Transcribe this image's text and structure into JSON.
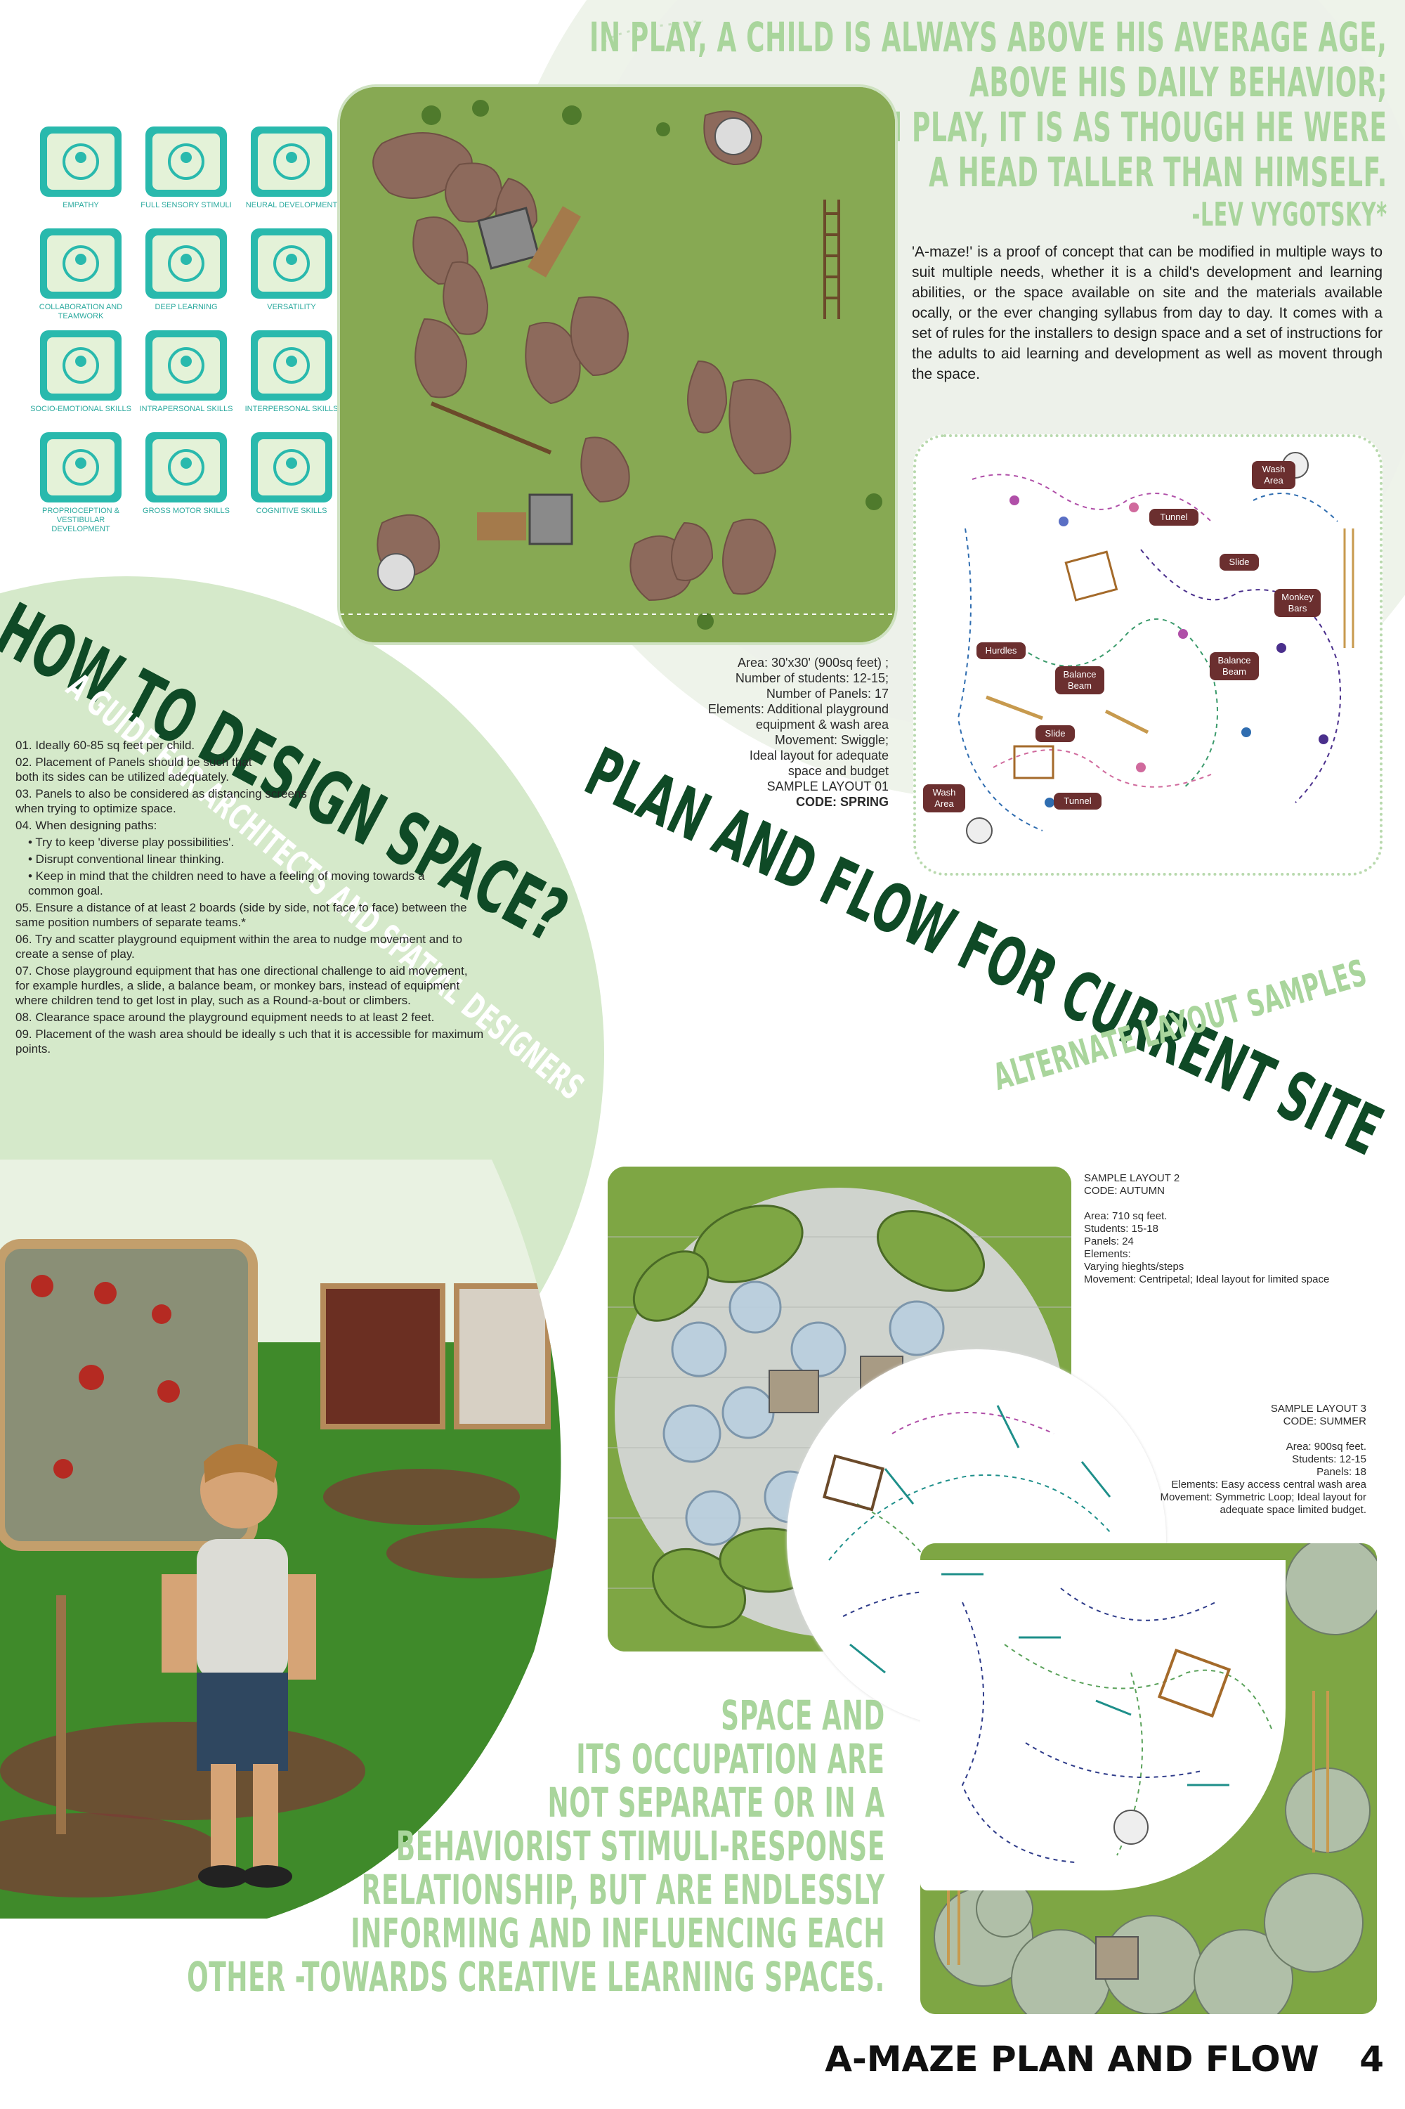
{
  "quote": {
    "lines": [
      "IN PLAY, A CHILD IS ALWAYS ABOVE HIS AVERAGE AGE,",
      "ABOVE HIS DAILY BEHAVIOR;",
      "IN PLAY, IT IS AS THOUGH HE WERE",
      "A HEAD TALLER THAN HIMSELF."
    ],
    "author": "-LEV VYGOTSKY*"
  },
  "intro_text": "'A-maze!' is a proof of concept that can be modified in multiple ways to suit multiple needs, whether it is a child's development and learning abilities, or the space available on site and the materials available ocally, or the ever changing syllabus from day to day. It comes with a set of rules for the installers to design space and a set of instructions for the adults to aid learning and development as well as movent through the space.",
  "icons": [
    {
      "name": "empathy-icon",
      "label": "EMPATHY"
    },
    {
      "name": "full-sensory-stimuli-icon",
      "label": "FULL SENSORY STIMULI"
    },
    {
      "name": "neural-development-icon",
      "label": "NEURAL DEVELOPMENT"
    },
    {
      "name": "collaboration-teamwork-icon",
      "label": "COLLABORATION AND TEAMWORK"
    },
    {
      "name": "deep-learning-icon",
      "label": "DEEP LEARNING"
    },
    {
      "name": "versatility-icon",
      "label": "VERSATILITY"
    },
    {
      "name": "socio-emotional-skills-icon",
      "label": "SOCIO-EMOTIONAL SKILLS"
    },
    {
      "name": "intrapersonal-skills-icon",
      "label": "INTRAPERSONAL SKILLS"
    },
    {
      "name": "interpersonal-skills-icon",
      "label": "INTERPERSONAL SKILLS"
    },
    {
      "name": "proprioception-vestibular-icon",
      "label": "PROPRIOCEPTION & VESTIBULAR DEVELOPMENT"
    },
    {
      "name": "gross-motor-skills-icon",
      "label": "GROSS MOTOR SKILLS"
    },
    {
      "name": "cognitive-skills-icon",
      "label": "COGNITIVE SKILLS"
    }
  ],
  "layout01": {
    "lines": [
      "Area: 30'x30' (900sq feet) ;",
      "Number of students: 12-15;",
      "Number of Panels: 17",
      "Elements: Additional playground",
      "equipment & wash area",
      "Movement:  Swiggle;",
      "Ideal layout for adequate",
      "space and budget",
      "SAMPLE LAYOUT 01"
    ],
    "code": "CODE: SPRING"
  },
  "flow_labels": {
    "wash_area_top": "Wash Area",
    "tunnel_top": "Tunnel",
    "slide_top": "Slide",
    "monkey_bars": "Monkey Bars",
    "balance_beam_right": "Balance Beam",
    "balance_beam_left": "Balance Beam",
    "hurdles": "Hurdles",
    "slide_bottom": "Slide",
    "tunnel_bottom": "Tunnel",
    "wash_area_bottom": "Wash Area"
  },
  "headings": {
    "how_to": "HOW TO DESIGN SPACE?",
    "guide": "A GUIDE FOR ARCHITECTS AND SPATIAL DESIGNERS",
    "plan_flow": "PLAN AND FLOW FOR CURRENT SITE",
    "alternate": "ALTERNATE LAYOUT SAMPLES"
  },
  "rules": [
    "01. Ideally 60-85 sq feet per child.",
    "02. Placement of Panels should be such that both its sides can be utilized adequately.",
    "03. Panels to also be considered as distancing screens when trying to optimize space.",
    "04. When designing paths:",
    "• Try to keep 'diverse play possibilities'.",
    "• Disrupt conventional linear thinking.",
    "• Keep in mind that the children need to have a feeling of moving towards a common goal.",
    "05. Ensure a distance of at least 2 boards (side by side, not face to face) between the same position numbers of separate teams.*",
    "06. Try and scatter playground equipment within the area to nudge movement and to create a sense of play.",
    "07. Chose playground equipment that has one directional challenge to aid movement, for example hurdles, a slide, a balance beam, or monkey bars, instead of equipment where children tend to get lost in play, such as a Round-a-bout or climbers.",
    "08. Clearance space around the playground equipment needs to at least 2 feet.",
    "09. Placement of the wash area should be ideally s uch that it is accessible for maximum points."
  ],
  "layout02": {
    "lines": [
      "SAMPLE LAYOUT 2",
      "CODE: AUTUMN",
      "",
      "Area: 710 sq feet.",
      "Students: 15-18",
      "Panels: 24",
      "Elements:",
      "Varying hieghts/steps",
      "Movement: Centripetal; Ideal layout for limited space"
    ]
  },
  "layout03": {
    "lines": [
      "SAMPLE LAYOUT 3",
      "CODE: SUMMER",
      "",
      "Area: 900sq feet.",
      "Students: 12-15",
      "Panels: 18",
      "Elements: Easy access central wash area",
      "Movement: Symmetric Loop; Ideal layout for",
      "adequate space limited budget."
    ]
  },
  "closing_quote": [
    "SPACE AND",
    "ITS OCCUPATION ARE",
    "NOT SEPARATE OR IN A",
    "BEHAVIORIST STIMULI-RESPONSE",
    "RELATIONSHIP, BUT ARE ENDLESSLY",
    "INFORMING AND INFLUENCING EACH",
    "OTHER -TOWARDS CREATIVE LEARNING SPACES."
  ],
  "footer": {
    "title": "A-MAZE PLAN AND FLOW",
    "page": "4"
  },
  "colors": {
    "dark_green": "#0f4a26",
    "light_green": "#a9d59c",
    "teal": "#29b9ad",
    "bg_green": "#d9ebcf",
    "grass": "#7fa44e",
    "maroon": "#6b2f2f"
  }
}
